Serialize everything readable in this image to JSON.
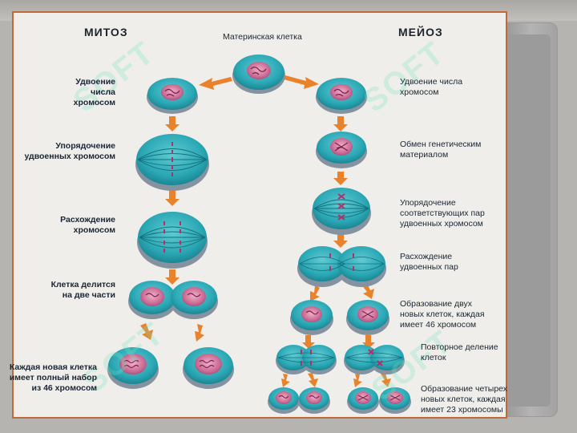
{
  "headers": {
    "mitosis": "МИТОЗ",
    "meiosis": "МЕЙОЗ",
    "mother_cell": "Материнская клетка"
  },
  "mitosis_labels": {
    "doubling": "Удвоение\nчисла\nхромосом",
    "ordering": "Упорядочение\nудвоенных хромосом",
    "divergence": "Расхождение\nхромосом",
    "divides": "Клетка делится\nна две части",
    "result": "Каждая новая клетка\nимеет полный набор\nиз 46 хромосом"
  },
  "meiosis_labels": {
    "doubling": "Удвоение числа\nхромосом",
    "exchange": "Обмен генетическим\nматериалом",
    "ordering": "Упорядочение\nсоответствующих пар\nудвоенных хромосом",
    "divergence": "Расхождение\nудвоенных пар",
    "two_cells": "Образование двух\nновых клеток, каждая\nимеет 46 хромосом",
    "repeat": "Повторное деление\nклеток",
    "four_cells": "Образование четырех\nновых клеток, каждая\nимеет 23 хромосомы"
  },
  "watermark": "SOFT",
  "colors": {
    "cell_body": "#2aa7b4",
    "cell_rim": "#7a8796",
    "nucleus": "#c96a94",
    "arrow": "#e9832b",
    "text": "#1a2634"
  }
}
